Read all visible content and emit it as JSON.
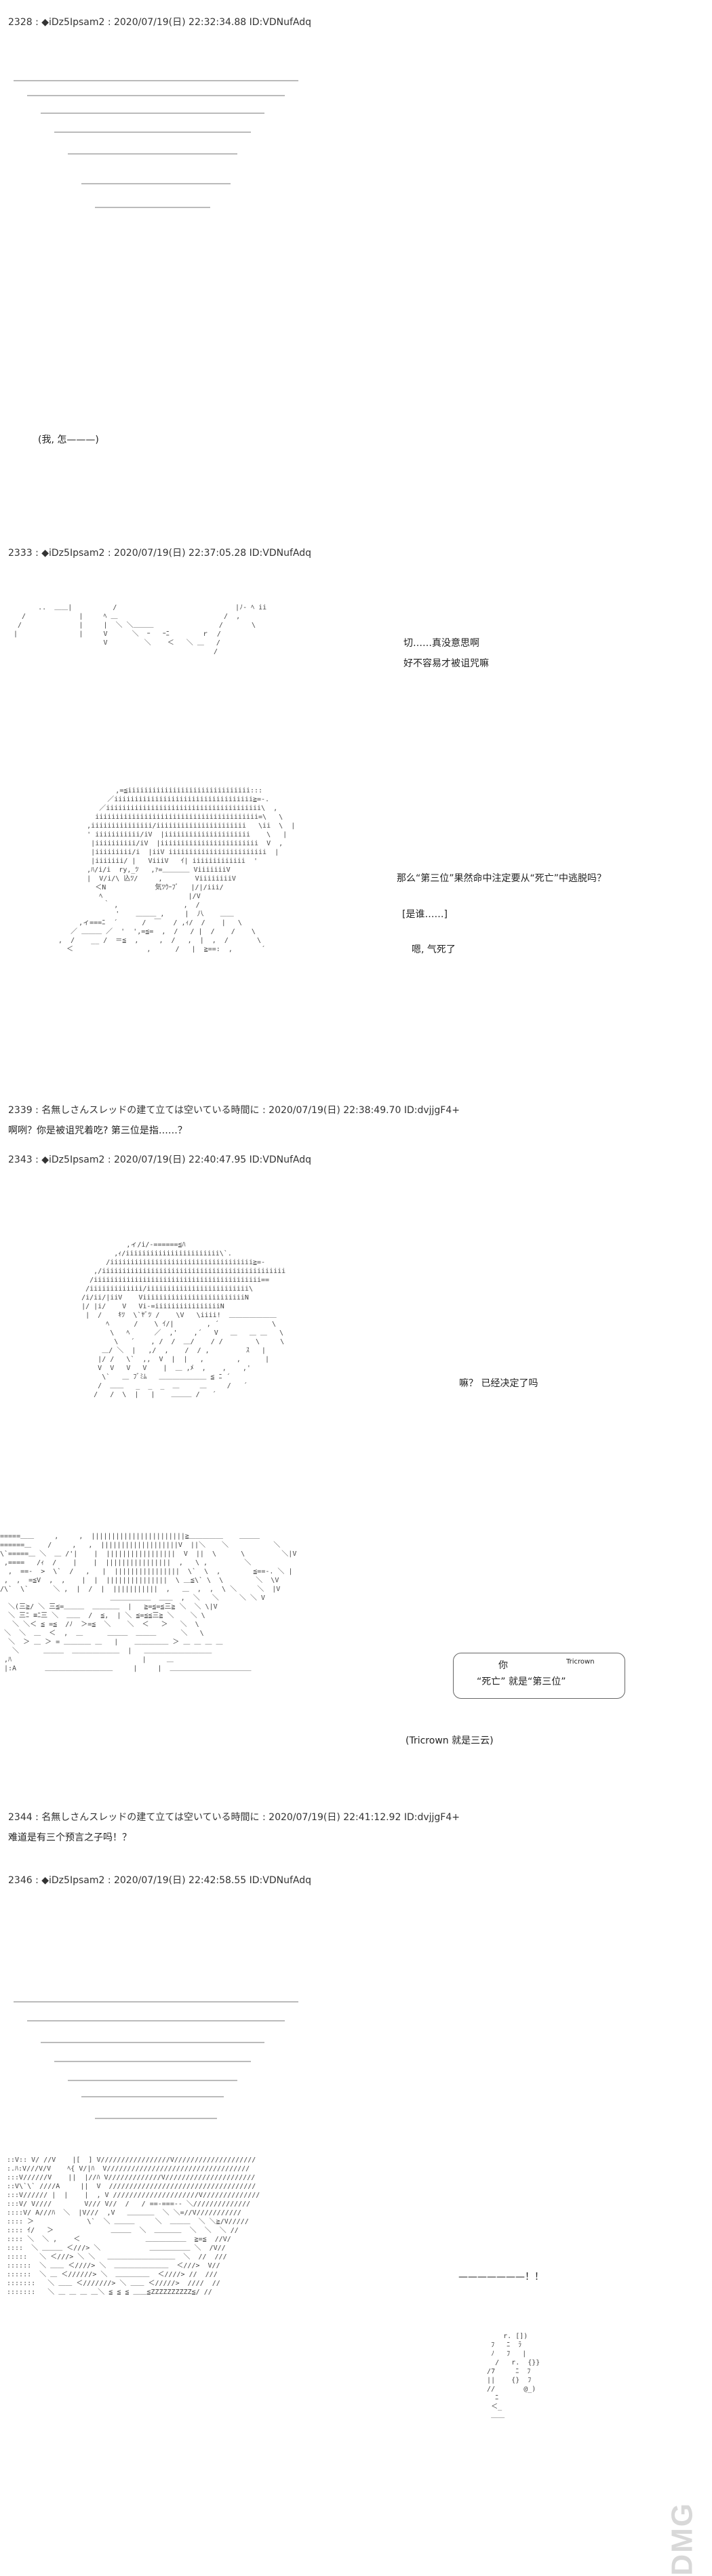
{
  "posts": [
    {
      "header": "2328 : ◆iDz5Ipsam2 : 2020/07/19(日) 22:32:34.88 ID:VDNufAdq",
      "lines": [
        "(我, 怎———)"
      ]
    },
    {
      "header": "2333 : ◆iDz5Ipsam2 : 2020/07/19(日) 22:37:05.28 ID:VDNufAdq",
      "lines": [
        "切……真没意思啊",
        "好不容易才被诅咒嘛",
        "那么“第三位”果然命中注定要从“死亡”中逃脱吗？",
        "[是谁……]",
        "嗯, 气死了"
      ]
    },
    {
      "header": "2339 : 名無しさんスレッドの建て立ては空いている時間に : 2020/07/19(日) 22:38:49.70 ID:dvjjgF4+",
      "lines": [
        "啊咧？你是被诅咒着吃? 第三位是指……？"
      ]
    },
    {
      "header": "2343 : ◆iDz5Ipsam2 : 2020/07/19(日) 22:40:47.95 ID:VDNufAdq",
      "lines": [
        "嘛？  已经决定了吗",
        "你",
        "Tricrown",
        "“死亡”  就是“第三位”",
        "(Tricrown 就是三云)"
      ]
    },
    {
      "header": "2344 : 名無しさんスレッドの建て立ては空いている時間に : 2020/07/19(日) 22:41:12.92 ID:dvjjgF4+",
      "lines": [
        "难道是有三个预言之子吗！？"
      ]
    },
    {
      "header": "2346 : ◆iDz5Ipsam2 : 2020/07/19(日) 22:42:58.55 ID:VDNufAdq",
      "lines": [
        "———————！！"
      ]
    }
  ],
  "watermark": "DMG"
}
